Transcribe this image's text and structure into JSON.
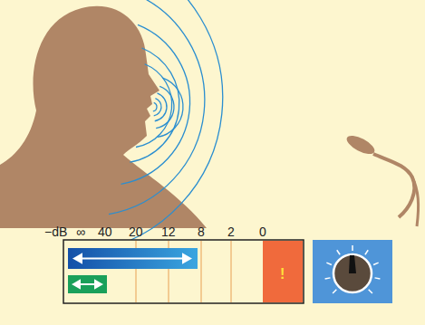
{
  "diagram": {
    "labels": [
      "−dB",
      "∞",
      "40",
      "20",
      "12",
      "8",
      "2",
      "0",
      "!"
    ]
  }
}
